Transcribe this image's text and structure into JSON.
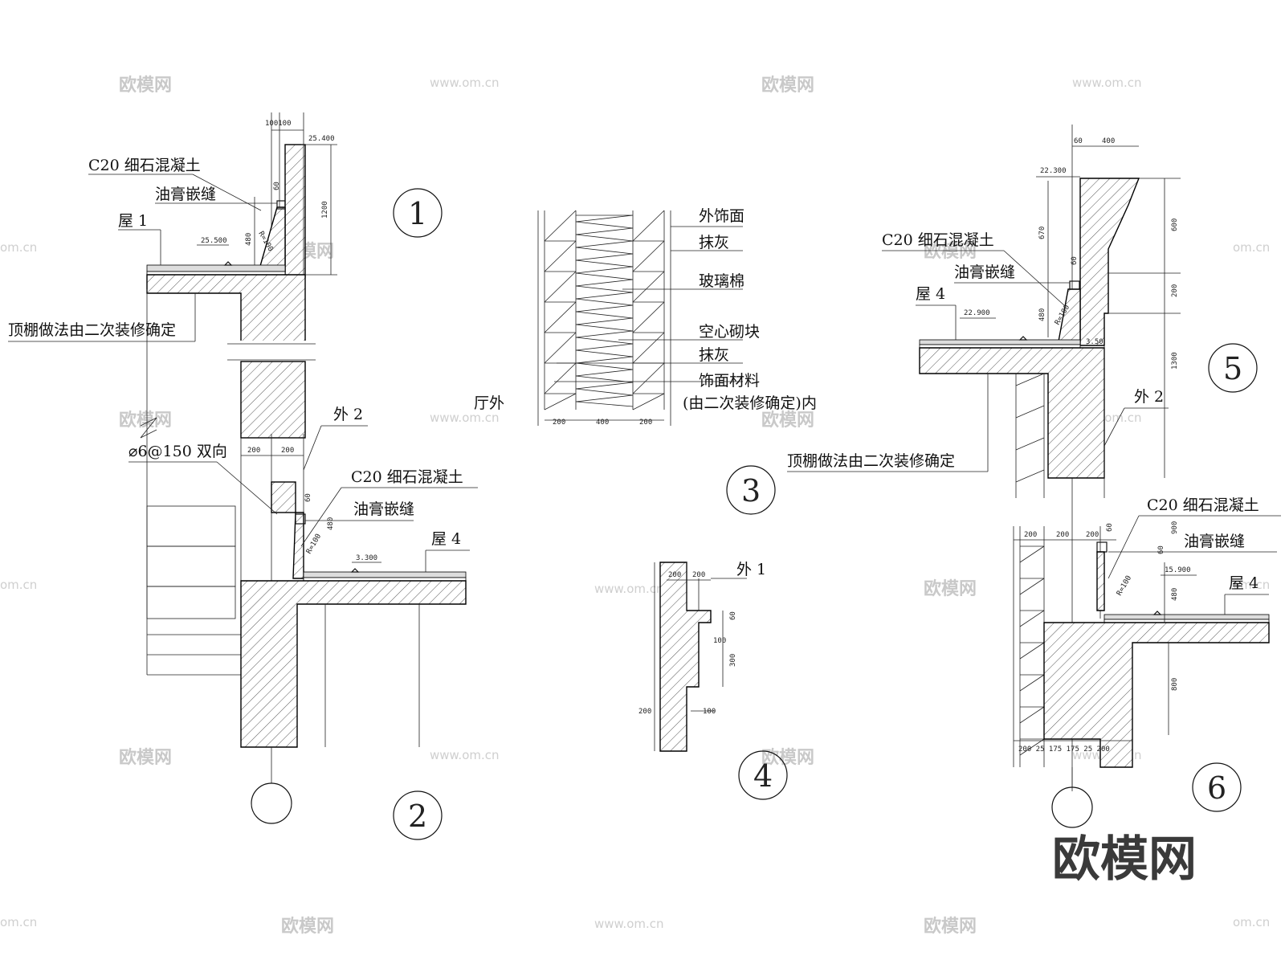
{
  "watermark": {
    "brand": "欧模网",
    "site": "www.om.cn",
    "site_short": "om.cn"
  },
  "logo": "欧模网",
  "details": {
    "d1": {
      "number": "1",
      "c20": "C20 细石混凝土",
      "seal": "油膏嵌缝",
      "roof": "屋 1",
      "ceiling": "顶棚做法由二次装修确定",
      "dims": {
        "top": "100100",
        "elev": "25.400",
        "h1": "1200",
        "h2": "480",
        "h3": "60",
        "r": "R=100",
        "lvl": "25.500"
      }
    },
    "d2": {
      "number": "2",
      "wall": "外 2",
      "rebar": "⌀6@150 双向",
      "c20": "C20 细石混凝土",
      "seal": "油膏嵌缝",
      "roof": "屋 4",
      "dims": {
        "a": "200",
        "b": "200",
        "c": "60",
        "d": "480",
        "r": "R=100",
        "lvl": "3.300"
      }
    },
    "d3": {
      "number": "3",
      "layers": [
        "外饰面",
        "抹灰",
        "玻璃棉",
        "空心砌块",
        "抹灰",
        "饰面材料"
      ],
      "note": "(由二次装修确定)",
      "side": "内",
      "out": "厅外",
      "dims": [
        "200",
        "400",
        "200"
      ]
    },
    "d4": {
      "number": "4",
      "wall": "外 1",
      "dims": {
        "a": "200",
        "b": "200",
        "c": "60",
        "d": "100",
        "e": "300",
        "f": "200",
        "g": "100"
      }
    },
    "d5": {
      "number": "5",
      "c20": "C20 细石混凝土",
      "seal": "油膏嵌缝",
      "roof": "屋 4",
      "wall": "外 2",
      "ceiling": "顶棚做法由二次装修确定",
      "dims": {
        "a": "60",
        "b": "400",
        "elev": "22.300",
        "h1": "600",
        "h2": "200",
        "h3": "1300",
        "c": "670",
        "d": "60",
        "e": "480",
        "r": "R=100",
        "lvl": "22.900",
        "f": "3.50"
      }
    },
    "d6": {
      "number": "6",
      "c20": "C20 细石混凝土",
      "seal": "油膏嵌缝",
      "roof": "屋 4",
      "dims": {
        "top": [
          "200",
          "200",
          "200"
        ],
        "a": "60",
        "b": "60",
        "c": "900",
        "d": "480",
        "r": "R=100",
        "lvl": "15.900",
        "e": "800",
        "bottom": "200 25 175   175 25 200"
      }
    }
  }
}
